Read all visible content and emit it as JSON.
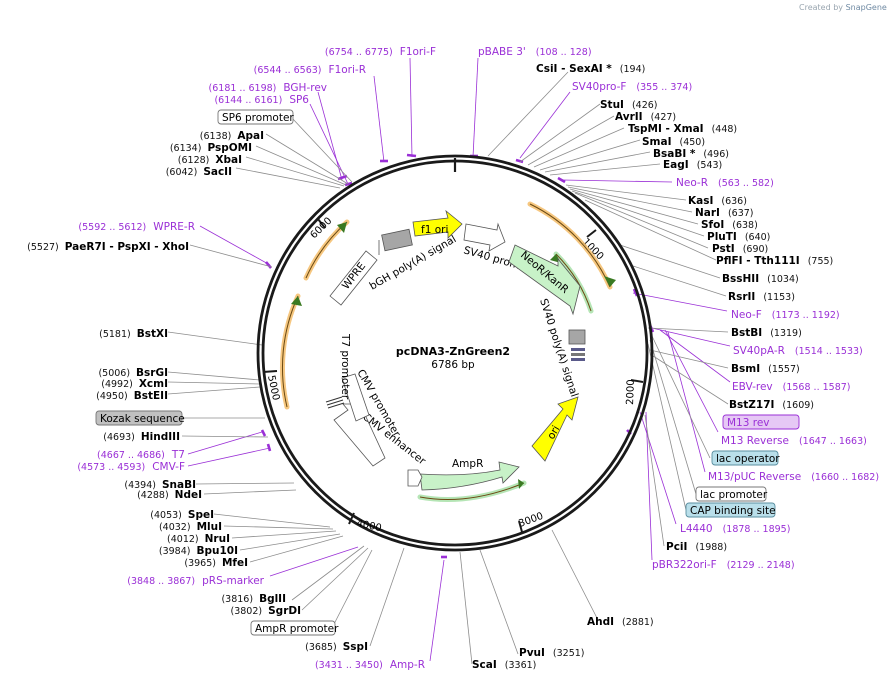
{
  "branding": {
    "created_by": "Created by",
    "app": "SnapGene"
  },
  "plasmid": {
    "name": "pcDNA3-ZnGreen2",
    "size": "6786 bp"
  },
  "ticks": [
    "1000",
    "2000",
    "3000",
    "4000",
    "5000",
    "6000"
  ],
  "enzymes": {
    "csii": {
      "name": "CsiI",
      "sep": "-",
      "name2": "SexAI *",
      "pos": "(194)"
    },
    "stui": {
      "name": "StuI",
      "pos": "(426)"
    },
    "avrii": {
      "name": "AvrII",
      "pos": "(427)"
    },
    "tspmi": {
      "name": "TspMI",
      "sep": "-",
      "name2": "XmaI",
      "pos": "(448)"
    },
    "smai": {
      "name": "SmaI",
      "pos": "(450)"
    },
    "bsabi": {
      "name": "BsaBI *",
      "pos": "(496)"
    },
    "eagi": {
      "name": "EagI",
      "pos": "(543)"
    },
    "kasi": {
      "name": "KasI",
      "pos": "(636)"
    },
    "nari": {
      "name": "NarI",
      "pos": "(637)"
    },
    "sfoi": {
      "name": "SfoI",
      "pos": "(638)"
    },
    "plutii": {
      "name": "PluTI",
      "pos": "(640)"
    },
    "psti": {
      "name": "PstI",
      "pos": "(690)"
    },
    "pflfi": {
      "name": "PflFI",
      "sep": "-",
      "name2": "Tth111I",
      "pos": "(755)"
    },
    "bsshii": {
      "name": "BssHII",
      "pos": "(1034)"
    },
    "rsrii": {
      "name": "RsrII",
      "pos": "(1153)"
    },
    "bstbi": {
      "name": "BstBI",
      "pos": "(1319)"
    },
    "bsmi": {
      "name": "BsmI",
      "pos": "(1557)"
    },
    "bstz17i": {
      "name": "BstZ17I",
      "pos": "(1609)"
    },
    "pcii": {
      "name": "PciI",
      "pos": "(1988)"
    },
    "ahdi": {
      "name": "AhdI",
      "pos": "(2881)"
    },
    "pvui": {
      "name": "PvuI",
      "pos": "(3251)"
    },
    "scai": {
      "name": "ScaI",
      "pos": "(3361)"
    },
    "sspi": {
      "name": "SspI",
      "pos": "(3685)"
    },
    "sgrdi": {
      "name": "SgrDI",
      "pos": "(3802)"
    },
    "bglii": {
      "name": "BglII",
      "pos": "(3816)"
    },
    "mfei": {
      "name": "MfeI",
      "pos": "(3965)"
    },
    "bpu10i": {
      "name": "Bpu10I",
      "pos": "(3984)"
    },
    "nrui": {
      "name": "NruI",
      "pos": "(4012)"
    },
    "mlui": {
      "name": "MluI",
      "pos": "(4032)"
    },
    "spei": {
      "name": "SpeI",
      "pos": "(4053)"
    },
    "ndei": {
      "name": "NdeI",
      "pos": "(4288)"
    },
    "snabi": {
      "name": "SnaBI",
      "pos": "(4394)"
    },
    "hindiii": {
      "name": "HindIII",
      "pos": "(4693)"
    },
    "bsteii": {
      "name": "BstEII",
      "pos": "(4950)"
    },
    "xcmi": {
      "name": "XcmI",
      "pos": "(4992)"
    },
    "bsrgi": {
      "name": "BsrGI",
      "pos": "(5006)"
    },
    "bstxi": {
      "name": "BstXI",
      "pos": "(5181)"
    },
    "paer7i": {
      "name": "PaeR7I",
      "sep": "-",
      "name2": "PspXI",
      "sep2": "-",
      "name3": "XhoI",
      "pos": "(5527)"
    },
    "saci": {
      "name": "SacII",
      "pos": "(6042)"
    },
    "xbai": {
      "name": "XbaI",
      "pos": "(6128)"
    },
    "pspomi": {
      "name": "PspOMI",
      "pos": "(6134)"
    },
    "apai": {
      "name": "ApaI",
      "pos": "(6138)"
    }
  },
  "primers": {
    "f1ori_f": {
      "range": "(6754 .. 6775)",
      "name": "F1ori-F"
    },
    "pbabe3": {
      "name": "pBABE 3'",
      "range": "(108 .. 128)"
    },
    "f1ori_r": {
      "range": "(6544 .. 6563)",
      "name": "F1ori-R"
    },
    "sv40pro_f": {
      "name": "SV40pro-F",
      "range": "(355 .. 374)"
    },
    "bgh_rev": {
      "range": "(6181 .. 6198)",
      "name": "BGH-rev"
    },
    "sp6": {
      "range": "(6144 .. 6161)",
      "name": "SP6"
    },
    "neo_r": {
      "name": "Neo-R",
      "range": "(563 .. 582)"
    },
    "wpre_r": {
      "range": "(5592 .. 5612)",
      "name": "WPRE-R"
    },
    "neo_f": {
      "name": "Neo-F",
      "range": "(1173 .. 1192)"
    },
    "sv40pa_r": {
      "name": "SV40pA-R",
      "range": "(1514 .. 1533)"
    },
    "ebv_rev": {
      "name": "EBV-rev",
      "range": "(1568 .. 1587)"
    },
    "m13_rev": {
      "name": "M13 rev"
    },
    "m13_reverse": {
      "name": "M13 Reverse",
      "range": "(1647 .. 1663)"
    },
    "m13puc": {
      "name": "M13/pUC Reverse",
      "range": "(1660 .. 1682)"
    },
    "l4440": {
      "name": "L4440",
      "range": "(1878 .. 1895)"
    },
    "pbr322": {
      "name": "pBR322ori-F",
      "range": "(2129 .. 2148)"
    },
    "amp_r": {
      "range": "(3431 .. 3450)",
      "name": "Amp-R"
    },
    "prs_marker": {
      "range": "(3848 .. 3867)",
      "name": "pRS-marker"
    },
    "t7": {
      "range": "(4667 .. 4686)",
      "name": "T7"
    },
    "cmv_f": {
      "range": "(4573 .. 4593)",
      "name": "CMV-F"
    }
  },
  "boxes": {
    "sp6_promoter": "SP6 promoter",
    "kozak": "Kozak sequence",
    "lac_operator": "lac operator",
    "lac_promoter": "lac promoter",
    "cap_site": "CAP binding site",
    "ampr_promoter": "AmpR promoter"
  },
  "features": {
    "f1ori": "f1 ori",
    "bgh": "bGH poly(A) signal",
    "wpre": "WPRE",
    "sv40_promoter": "SV40 promoter",
    "neokanr": "NeoR/KanR",
    "sv40pa": "SV40 poly(A) signal",
    "ori": "ori",
    "ampr": "AmpR",
    "cmv_enhancer": "CMV enhancer",
    "cmv_promoter": "CMV promoter",
    "t7_promoter": "T7 promoter"
  },
  "colors": {
    "backbone": "#1a1a1a",
    "primer": "#9a2fd6",
    "orf": "#f2b35a",
    "neo": "#c8f2c8",
    "origin": "#ffff00",
    "polya": "#a0a0a0",
    "leader": "#8c8c8c",
    "misc": "#add8e6"
  }
}
